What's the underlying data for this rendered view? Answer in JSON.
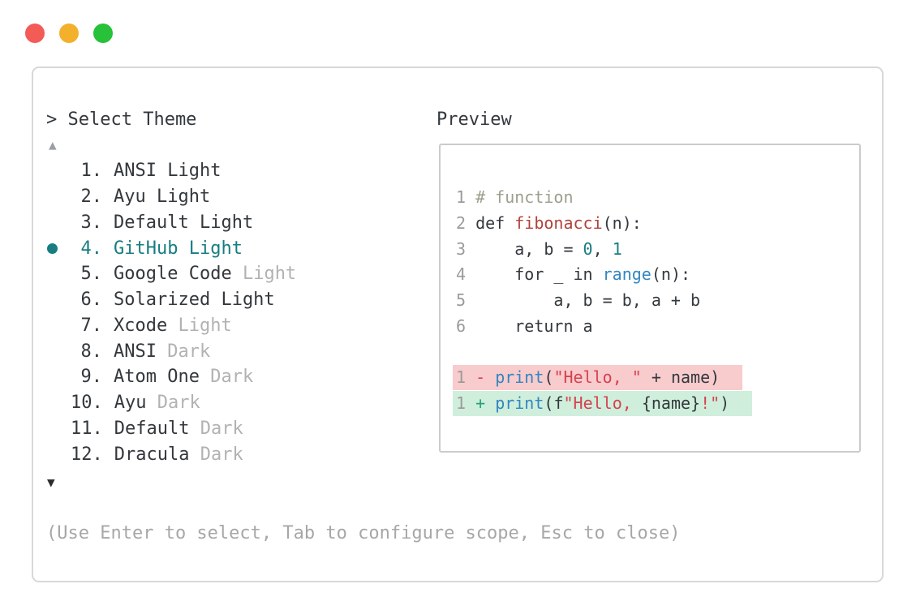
{
  "window": {
    "buttons": [
      {
        "name": "close",
        "color": "#f35b56"
      },
      {
        "name": "minimize",
        "color": "#f2b02c"
      },
      {
        "name": "zoom",
        "color": "#27c13a"
      }
    ]
  },
  "prompt": {
    "text": "> Select Theme"
  },
  "list": {
    "up_indicator": "▲",
    "down_indicator": "▼",
    "items": [
      {
        "num": "1.",
        "selected": false,
        "segments": [
          {
            "t": "ANSI Light",
            "c": "dark"
          }
        ]
      },
      {
        "num": "2.",
        "selected": false,
        "segments": [
          {
            "t": "Ayu Light",
            "c": "dark"
          }
        ]
      },
      {
        "num": "3.",
        "selected": false,
        "segments": [
          {
            "t": "Default Light",
            "c": "dark"
          }
        ]
      },
      {
        "num": "4.",
        "selected": true,
        "segments": [
          {
            "t": "GitHub Light",
            "c": "teal"
          }
        ]
      },
      {
        "num": "5.",
        "selected": false,
        "segments": [
          {
            "t": "Google Code ",
            "c": "dark"
          },
          {
            "t": "Light",
            "c": "dim"
          }
        ]
      },
      {
        "num": "6.",
        "selected": false,
        "segments": [
          {
            "t": "Solarized Light",
            "c": "dark"
          }
        ]
      },
      {
        "num": "7.",
        "selected": false,
        "segments": [
          {
            "t": "Xcode ",
            "c": "dark"
          },
          {
            "t": "Light",
            "c": "dim"
          }
        ]
      },
      {
        "num": "8.",
        "selected": false,
        "segments": [
          {
            "t": "ANSI ",
            "c": "dark"
          },
          {
            "t": "Dark",
            "c": "dim"
          }
        ]
      },
      {
        "num": "9.",
        "selected": false,
        "segments": [
          {
            "t": "Atom One ",
            "c": "dark"
          },
          {
            "t": "Dark",
            "c": "dim"
          }
        ]
      },
      {
        "num": "10.",
        "selected": false,
        "segments": [
          {
            "t": "Ayu ",
            "c": "dark"
          },
          {
            "t": "Dark",
            "c": "dim"
          }
        ]
      },
      {
        "num": "11.",
        "selected": false,
        "segments": [
          {
            "t": "Default ",
            "c": "dark"
          },
          {
            "t": "Dark",
            "c": "dim"
          }
        ]
      },
      {
        "num": "12.",
        "selected": false,
        "segments": [
          {
            "t": "Dracula ",
            "c": "dark"
          },
          {
            "t": "Dark",
            "c": "dim"
          }
        ]
      }
    ]
  },
  "preview": {
    "label": "Preview",
    "lines": [
      {
        "segments": [
          {
            "t": "1 ",
            "c": "ln"
          },
          {
            "t": "# function",
            "c": "com"
          }
        ]
      },
      {
        "segments": [
          {
            "t": "2 ",
            "c": "ln"
          },
          {
            "t": "def ",
            "c": "def"
          },
          {
            "t": "fibonacci",
            "c": "fn"
          },
          {
            "t": "(n):",
            "c": "def"
          }
        ]
      },
      {
        "segments": [
          {
            "t": "3 ",
            "c": "ln"
          },
          {
            "t": "    a, b = ",
            "c": "def"
          },
          {
            "t": "0",
            "c": "num"
          },
          {
            "t": ", ",
            "c": "def"
          },
          {
            "t": "1",
            "c": "num"
          }
        ]
      },
      {
        "segments": [
          {
            "t": "4 ",
            "c": "ln"
          },
          {
            "t": "    for _ in ",
            "c": "def"
          },
          {
            "t": "range",
            "c": "blt"
          },
          {
            "t": "(n):",
            "c": "def"
          }
        ]
      },
      {
        "segments": [
          {
            "t": "5 ",
            "c": "ln"
          },
          {
            "t": "        a, b = b, a + b",
            "c": "def"
          }
        ]
      },
      {
        "segments": [
          {
            "t": "6 ",
            "c": "ln"
          },
          {
            "t": "    return a",
            "c": "def"
          }
        ]
      },
      {
        "blank": true,
        "segments": []
      },
      {
        "diff": "del",
        "segments": [
          {
            "t": "1 ",
            "c": "ln"
          },
          {
            "t": "- ",
            "c": "del"
          },
          {
            "t": "print",
            "c": "blt"
          },
          {
            "t": "(",
            "c": "def"
          },
          {
            "t": "\"Hello, \"",
            "c": "str"
          },
          {
            "t": " + name)",
            "c": "def"
          }
        ]
      },
      {
        "diff": "add",
        "segments": [
          {
            "t": "1 ",
            "c": "ln"
          },
          {
            "t": "+ ",
            "c": "add"
          },
          {
            "t": "print",
            "c": "blt"
          },
          {
            "t": "(f",
            "c": "def"
          },
          {
            "t": "\"Hello, ",
            "c": "str"
          },
          {
            "t": "{name}",
            "c": "def"
          },
          {
            "t": "!\"",
            "c": "str"
          },
          {
            "t": ")",
            "c": "def"
          }
        ]
      }
    ]
  },
  "hint": "(Use Enter to select, Tab to configure scope, Esc to close)",
  "colors": {
    "accent_teal": "#177d81",
    "selected_text": "#177d81",
    "text_dark": "#33383d",
    "text_dim": "#b2b2b2",
    "lineno_gray": "#9b9b9b",
    "comment_green_gray": "#9aa08b",
    "function_red": "#b0423b",
    "builtin_blue": "#3386c0",
    "string_red": "#d5414f",
    "diff_add_green": "#27a17d",
    "diff_del_bg": "#f8cbcd",
    "diff_add_bg": "#cfeedb",
    "hint_gray": "#a7a7a7"
  }
}
